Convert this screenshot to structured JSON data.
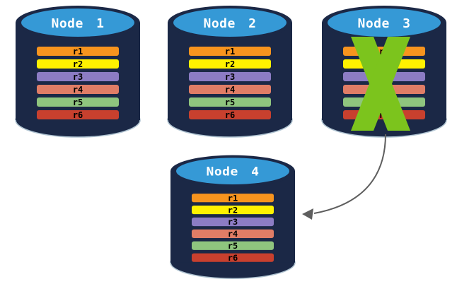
{
  "diagram": {
    "description": "Replicated database nodes with failed node and failover arrow"
  },
  "colors": {
    "cylinder_body": "#1B2846",
    "cylinder_top": "#3599D6",
    "title_text": "#FFFFFF",
    "record_text": "#000000",
    "failure_x": "#7CC41D",
    "arrow": "#5E5E5E"
  },
  "record_colors": [
    "#F7941E",
    "#FFF200",
    "#8C7CC4",
    "#E07D66",
    "#8FC57E",
    "#C8402E"
  ],
  "nodes": [
    {
      "title": "Node 1",
      "records": [
        "r1",
        "r2",
        "r3",
        "r4",
        "r5",
        "r6"
      ],
      "failed": false
    },
    {
      "title": "Node 2",
      "records": [
        "r1",
        "r2",
        "r3",
        "r4",
        "r5",
        "r6"
      ],
      "failed": false
    },
    {
      "title": "Node 3",
      "records": [
        "r1",
        "r2",
        "r3",
        "r4",
        "r5",
        "r6"
      ],
      "failed": true
    },
    {
      "title": "Node 4",
      "records": [
        "r1",
        "r2",
        "r3",
        "r4",
        "r5",
        "r6"
      ],
      "failed": false
    }
  ]
}
